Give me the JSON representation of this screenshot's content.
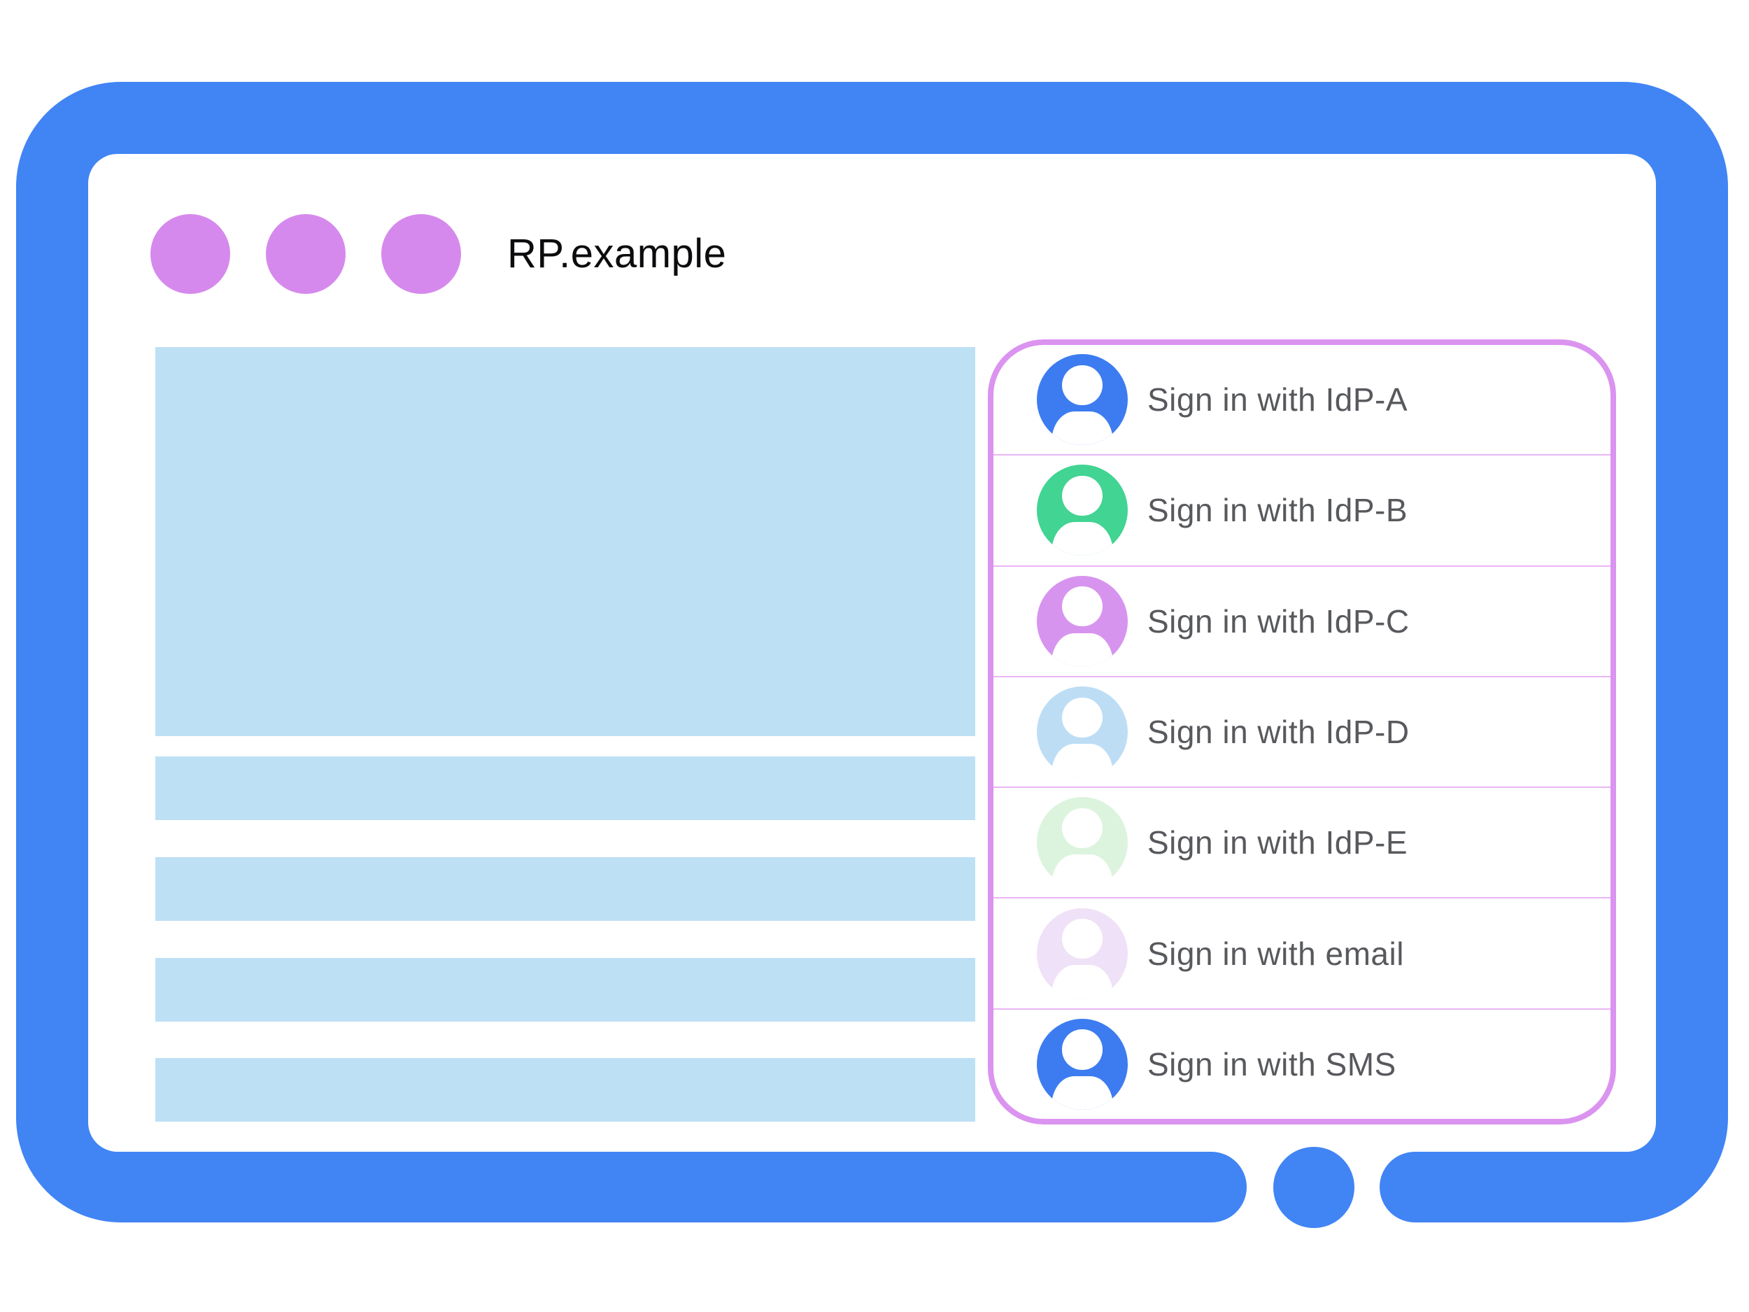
{
  "window": {
    "title": "RP.example",
    "frame_color": "#4184F4",
    "dot_color": "#D689EC",
    "placeholder_color": "#BEE0F4",
    "traffic_dots": 3
  },
  "signin_panel": {
    "border_color": "#DB93F0",
    "divider_color": "#E9B5F4",
    "label_color": "#57595D",
    "items": [
      {
        "id": "idp-a",
        "label": "Sign in with IdP-A",
        "avatar_icon": "person-icon",
        "avatar_color": "#3D7CF0"
      },
      {
        "id": "idp-b",
        "label": "Sign in with IdP-B",
        "avatar_icon": "person-icon",
        "avatar_color": "#41D492"
      },
      {
        "id": "idp-c",
        "label": "Sign in with IdP-C",
        "avatar_icon": "person-icon",
        "avatar_color": "#D794EE"
      },
      {
        "id": "idp-d",
        "label": "Sign in with IdP-D",
        "avatar_icon": "person-icon",
        "avatar_color": "#BDDDF4"
      },
      {
        "id": "idp-e",
        "label": "Sign in with IdP-E",
        "avatar_icon": "person-icon",
        "avatar_color": "#DCF4DD"
      },
      {
        "id": "email",
        "label": "Sign in with email",
        "avatar_icon": "person-icon",
        "avatar_color": "#EFE1F7"
      },
      {
        "id": "sms",
        "label": "Sign in with SMS",
        "avatar_icon": "person-icon",
        "avatar_color": "#3D7CF0"
      }
    ]
  }
}
